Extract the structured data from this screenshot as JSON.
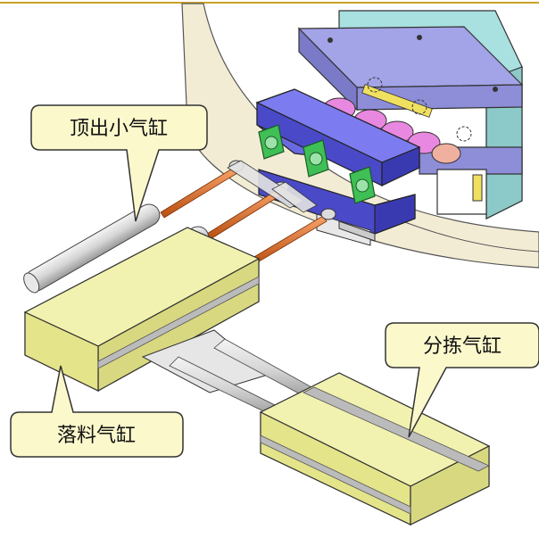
{
  "labels": {
    "ejector_cylinder": "顶出小气缸",
    "sorting_cylinder": "分拣气缸",
    "drop_cylinder": "落料气缸"
  },
  "colors": {
    "callout_fill": "#fbf8cc",
    "callout_stroke": "#333333",
    "cylinder_block_yellow": "#ecec9a",
    "mold_blue": "#5a5ad6",
    "top_plate_lavender": "#a3a3e8",
    "back_plate_cyan": "#a9e0e0",
    "piston_rod_orange": "#e0661c",
    "gear_pink": "#e888e0",
    "clamp_green": "#3fbf55",
    "ring_tan": "#f3ecd5",
    "top_line_gold": "#c9a227"
  }
}
